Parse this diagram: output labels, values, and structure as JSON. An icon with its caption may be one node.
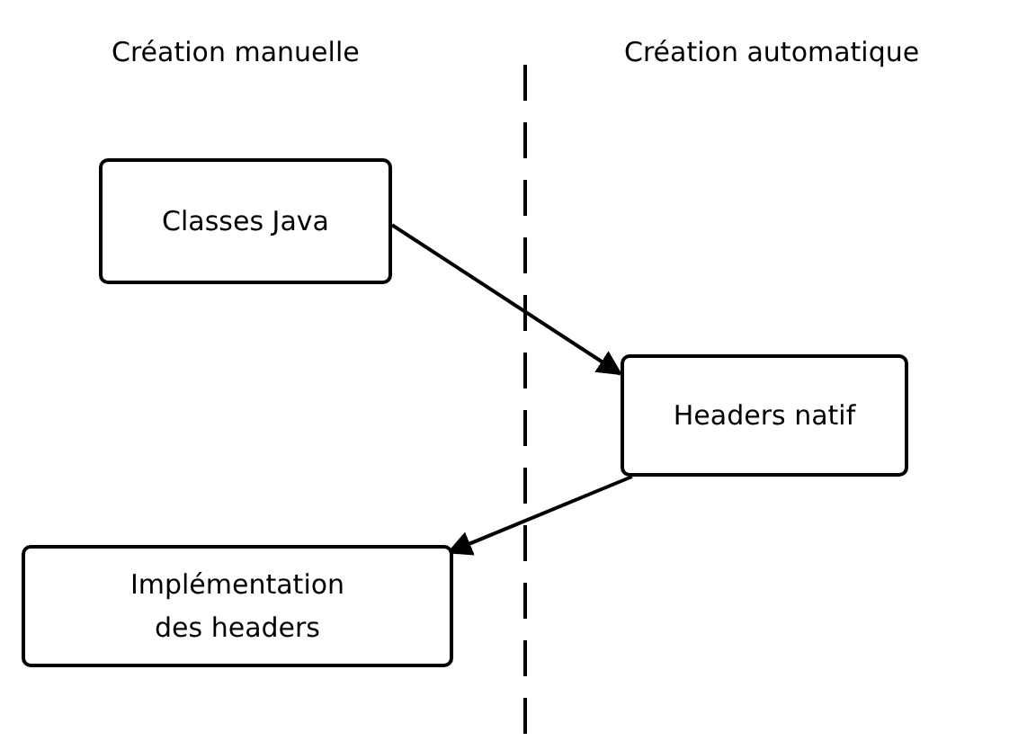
{
  "diagram": {
    "nodes": [
      {
        "text": [
          "Classes Java"
        ]
      },
      {
        "text": [
          "Headers natif"
        ]
      },
      {
        "text": [
          "Implémentation des headers"
        ]
      }
    ],
    "edges": [
      {
        "from": 0,
        "to": 1,
        "arrow": "to"
      },
      {
        "from": 1,
        "to": 2,
        "arrow": "to"
      }
    ],
    "labels": [
      "Création manuelle",
      "Création automatique"
    ]
  }
}
